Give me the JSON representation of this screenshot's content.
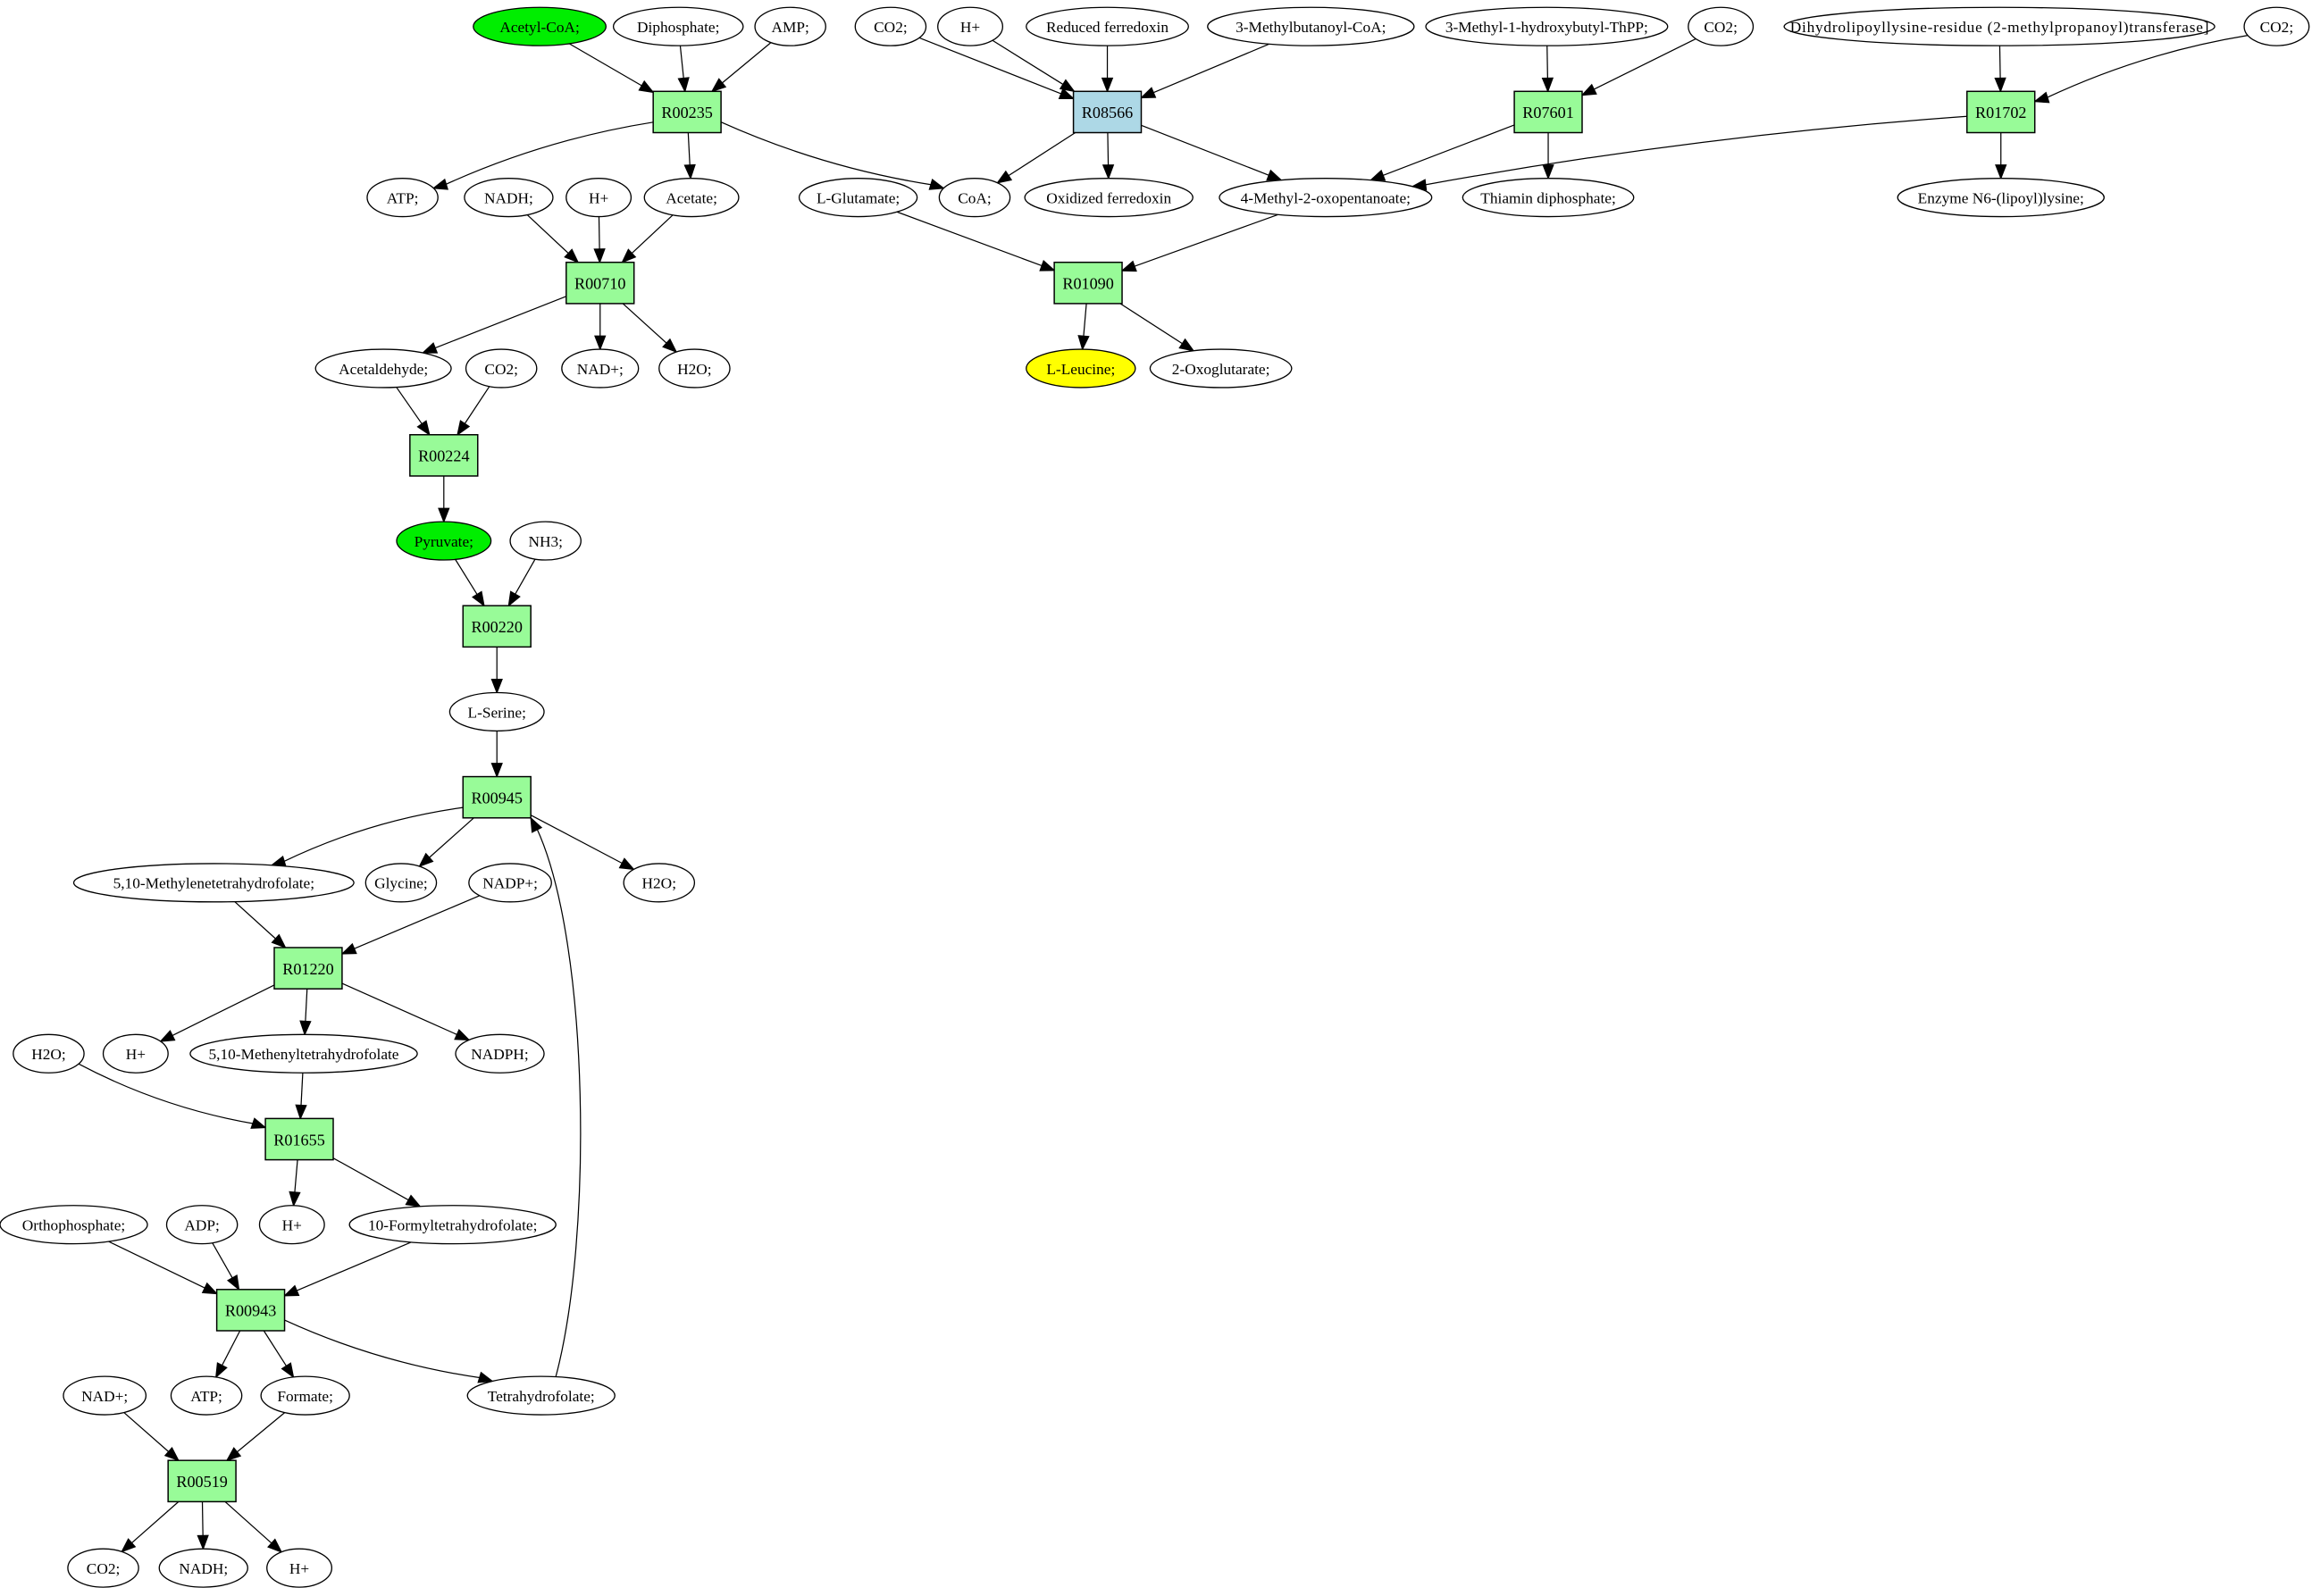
{
  "title": "Leucine / one-carbon metabolism reaction graph",
  "colors": {
    "reaction_fill": "#98fb98",
    "reaction_highlight_fill": "#add8e6",
    "compound_fill": "#ffffff",
    "source_compound_fill": "#00ee00",
    "target_compound_fill": "#ffff00",
    "stroke": "#000000"
  },
  "reactions": [
    {
      "id": "R00235",
      "label": "R00235",
      "style": "normal"
    },
    {
      "id": "R08566",
      "label": "R08566",
      "style": "highlight"
    },
    {
      "id": "R07601",
      "label": "R07601",
      "style": "normal"
    },
    {
      "id": "R01702",
      "label": "R01702",
      "style": "normal"
    },
    {
      "id": "R00710",
      "label": "R00710",
      "style": "normal"
    },
    {
      "id": "R01090",
      "label": "R01090",
      "style": "normal"
    },
    {
      "id": "R00224",
      "label": "R00224",
      "style": "normal"
    },
    {
      "id": "R00220",
      "label": "R00220",
      "style": "normal"
    },
    {
      "id": "R00945",
      "label": "R00945",
      "style": "normal"
    },
    {
      "id": "R01220",
      "label": "R01220",
      "style": "normal"
    },
    {
      "id": "R01655",
      "label": "R01655",
      "style": "normal"
    },
    {
      "id": "R00943",
      "label": "R00943",
      "style": "normal"
    },
    {
      "id": "R00519",
      "label": "R00519",
      "style": "normal"
    }
  ],
  "compounds": [
    {
      "id": "c_acetylcoa",
      "label": "Acetyl-CoA;",
      "style": "source"
    },
    {
      "id": "c_diphosphate",
      "label": "Diphosphate;",
      "style": "normal"
    },
    {
      "id": "c_amp",
      "label": "AMP;",
      "style": "normal"
    },
    {
      "id": "c_co2_a",
      "label": "CO2;",
      "style": "normal"
    },
    {
      "id": "c_hplus_a",
      "label": "H+",
      "style": "normal"
    },
    {
      "id": "c_redferr",
      "label": "Reduced ferredoxin",
      "style": "normal"
    },
    {
      "id": "c_3mbcoa",
      "label": "3-Methylbutanoyl-CoA;",
      "style": "normal"
    },
    {
      "id": "c_3mhbthpp",
      "label": "3-Methyl-1-hydroxybutyl-ThPP;",
      "style": "normal"
    },
    {
      "id": "c_co2_b",
      "label": "CO2;",
      "style": "normal"
    },
    {
      "id": "c_dihydrolipo",
      "label": "Dihydrolipoyllysine-residue (2-methylpropanoyl)transferase]",
      "style": "normal"
    },
    {
      "id": "c_co2_c",
      "label": "CO2;",
      "style": "normal"
    },
    {
      "id": "c_atp_a",
      "label": "ATP;",
      "style": "normal"
    },
    {
      "id": "c_nadh_a",
      "label": "NADH;",
      "style": "normal"
    },
    {
      "id": "c_hplus_b",
      "label": "H+",
      "style": "normal"
    },
    {
      "id": "c_acetate",
      "label": "Acetate;",
      "style": "normal"
    },
    {
      "id": "c_lglutamate",
      "label": "L-Glutamate;",
      "style": "normal"
    },
    {
      "id": "c_coa",
      "label": "CoA;",
      "style": "normal"
    },
    {
      "id": "c_oxferr",
      "label": "Oxidized ferredoxin",
      "style": "normal"
    },
    {
      "id": "c_4m2op",
      "label": "4-Methyl-2-oxopentanoate;",
      "style": "normal"
    },
    {
      "id": "c_thiamindp",
      "label": "Thiamin diphosphate;",
      "style": "normal"
    },
    {
      "id": "c_enzn6",
      "label": "Enzyme N6-(lipoyl)lysine;",
      "style": "normal"
    },
    {
      "id": "c_acetaldehyde",
      "label": "Acetaldehyde;",
      "style": "normal"
    },
    {
      "id": "c_co2_d",
      "label": "CO2;",
      "style": "normal"
    },
    {
      "id": "c_nadplus_a",
      "label": "NAD+;",
      "style": "normal"
    },
    {
      "id": "c_h2o_a",
      "label": "H2O;",
      "style": "normal"
    },
    {
      "id": "c_leucine",
      "label": "L-Leucine;",
      "style": "target"
    },
    {
      "id": "c_2oxoglut",
      "label": "2-Oxoglutarate;",
      "style": "normal"
    },
    {
      "id": "c_pyruvate",
      "label": "Pyruvate;",
      "style": "source"
    },
    {
      "id": "c_nh3",
      "label": "NH3;",
      "style": "normal"
    },
    {
      "id": "c_lserine",
      "label": "L-Serine;",
      "style": "normal"
    },
    {
      "id": "c_510methylene",
      "label": "5,10-Methylenetetrahydrofolate;",
      "style": "normal"
    },
    {
      "id": "c_glycine",
      "label": "Glycine;",
      "style": "normal"
    },
    {
      "id": "c_nadpplus",
      "label": "NADP+;",
      "style": "normal"
    },
    {
      "id": "c_h2o_b",
      "label": "H2O;",
      "style": "normal"
    },
    {
      "id": "c_h2o_c",
      "label": "H2O;",
      "style": "normal"
    },
    {
      "id": "c_hplus_c",
      "label": "H+",
      "style": "normal"
    },
    {
      "id": "c_510methenyl",
      "label": "5,10-Methenyltetrahydrofolate",
      "style": "normal"
    },
    {
      "id": "c_nadph",
      "label": "NADPH;",
      "style": "normal"
    },
    {
      "id": "c_orthophosphate",
      "label": "Orthophosphate;",
      "style": "normal"
    },
    {
      "id": "c_adp",
      "label": "ADP;",
      "style": "normal"
    },
    {
      "id": "c_hplus_d",
      "label": "H+",
      "style": "normal"
    },
    {
      "id": "c_10formyl",
      "label": "10-Formyltetrahydrofolate;",
      "style": "normal"
    },
    {
      "id": "c_nadplus_b",
      "label": "NAD+;",
      "style": "normal"
    },
    {
      "id": "c_atp_b",
      "label": "ATP;",
      "style": "normal"
    },
    {
      "id": "c_formate",
      "label": "Formate;",
      "style": "normal"
    },
    {
      "id": "c_thf",
      "label": "Tetrahydrofolate;",
      "style": "normal"
    },
    {
      "id": "c_co2_e",
      "label": "CO2;",
      "style": "normal"
    },
    {
      "id": "c_nadh_b",
      "label": "NADH;",
      "style": "normal"
    },
    {
      "id": "c_hplus_e",
      "label": "H+",
      "style": "normal"
    }
  ],
  "edges": [
    [
      "c_acetylcoa",
      "R00235"
    ],
    [
      "c_diphosphate",
      "R00235"
    ],
    [
      "c_amp",
      "R00235"
    ],
    [
      "R00235",
      "c_atp_a"
    ],
    [
      "R00235",
      "c_acetate"
    ],
    [
      "R00235",
      "c_coa"
    ],
    [
      "c_co2_a",
      "R08566"
    ],
    [
      "c_hplus_a",
      "R08566"
    ],
    [
      "c_redferr",
      "R08566"
    ],
    [
      "c_3mbcoa",
      "R08566"
    ],
    [
      "R08566",
      "c_coa"
    ],
    [
      "R08566",
      "c_oxferr"
    ],
    [
      "R08566",
      "c_4m2op"
    ],
    [
      "c_3mhbthpp",
      "R07601"
    ],
    [
      "c_co2_b",
      "R07601"
    ],
    [
      "R07601",
      "c_4m2op"
    ],
    [
      "R07601",
      "c_thiamindp"
    ],
    [
      "c_dihydrolipo",
      "R01702"
    ],
    [
      "c_co2_c",
      "R01702"
    ],
    [
      "R01702",
      "c_4m2op"
    ],
    [
      "R01702",
      "c_enzn6"
    ],
    [
      "c_nadh_a",
      "R00710"
    ],
    [
      "c_hplus_b",
      "R00710"
    ],
    [
      "c_acetate",
      "R00710"
    ],
    [
      "R00710",
      "c_acetaldehyde"
    ],
    [
      "R00710",
      "c_nadplus_a"
    ],
    [
      "R00710",
      "c_h2o_a"
    ],
    [
      "c_lglutamate",
      "R01090"
    ],
    [
      "c_4m2op",
      "R01090"
    ],
    [
      "R01090",
      "c_leucine"
    ],
    [
      "R01090",
      "c_2oxoglut"
    ],
    [
      "c_acetaldehyde",
      "R00224"
    ],
    [
      "c_co2_d",
      "R00224"
    ],
    [
      "R00224",
      "c_pyruvate"
    ],
    [
      "c_pyruvate",
      "R00220"
    ],
    [
      "c_nh3",
      "R00220"
    ],
    [
      "R00220",
      "c_lserine"
    ],
    [
      "c_lserine",
      "R00945"
    ],
    [
      "c_thf",
      "R00945"
    ],
    [
      "R00945",
      "c_510methylene"
    ],
    [
      "R00945",
      "c_glycine"
    ],
    [
      "R00945",
      "c_h2o_b"
    ],
    [
      "c_510methylene",
      "R01220"
    ],
    [
      "c_nadpplus",
      "R01220"
    ],
    [
      "R01220",
      "c_hplus_c"
    ],
    [
      "R01220",
      "c_510methenyl"
    ],
    [
      "R01220",
      "c_nadph"
    ],
    [
      "c_h2o_c",
      "R01655"
    ],
    [
      "c_510methenyl",
      "R01655"
    ],
    [
      "R01655",
      "c_hplus_d"
    ],
    [
      "R01655",
      "c_10formyl"
    ],
    [
      "c_orthophosphate",
      "R00943"
    ],
    [
      "c_adp",
      "R00943"
    ],
    [
      "c_10formyl",
      "R00943"
    ],
    [
      "R00943",
      "c_atp_b"
    ],
    [
      "R00943",
      "c_formate"
    ],
    [
      "R00943",
      "c_thf"
    ],
    [
      "c_nadplus_b",
      "R00519"
    ],
    [
      "c_formate",
      "R00519"
    ],
    [
      "R00519",
      "c_co2_e"
    ],
    [
      "R00519",
      "c_nadh_b"
    ],
    [
      "R00519",
      "c_hplus_e"
    ]
  ]
}
